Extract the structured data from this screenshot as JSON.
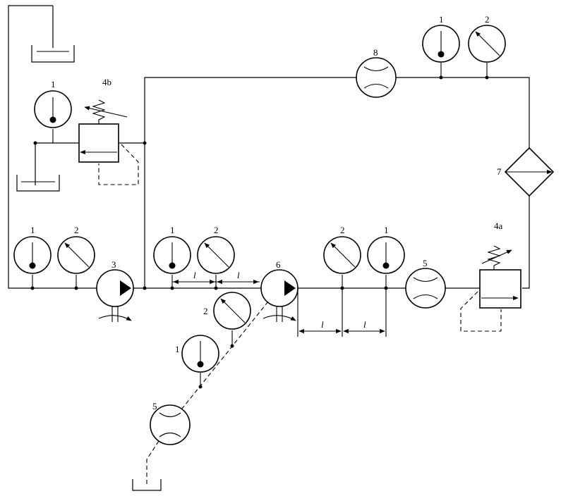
{
  "labels": {
    "pressure_gauge": "1",
    "flow_gauge": "2",
    "pump": "3",
    "relief_valve_a": "4a",
    "relief_valve_b": "4b",
    "flowmeter": "5",
    "test_pump": "6",
    "filter": "7",
    "flowmeter_top": "8",
    "spacing": "l"
  }
}
